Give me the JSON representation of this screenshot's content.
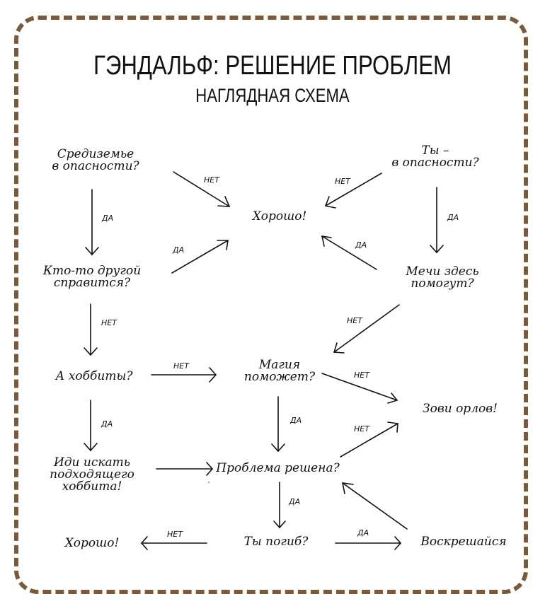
{
  "header": {
    "title": "ГЭНДАЛЬФ: РЕШЕНИЕ ПРОБЛЕМ",
    "subtitle": "НАГЛЯДНАЯ СХЕМА"
  },
  "colors": {
    "border": "#7a5a3c",
    "ink": "#111111"
  },
  "nodes": {
    "middle_earth_line1": "Средиземье",
    "middle_earth_line2": "в опасности?",
    "you_line1": "Ты –",
    "you_line2": "в опасности?",
    "good_top": "Хорошо!",
    "someone_line1": "Кто-то другой",
    "someone_line2": "справится?",
    "swords_line1": "Мечи здесь",
    "swords_line2": "помогут?",
    "hobbits": "А хоббиты?",
    "magic_line1": "Магия",
    "magic_line2": "поможет?",
    "eagles": "Зови орлов!",
    "find_line1": "Иди искать",
    "find_line2": "подходящего",
    "find_line3": "хоббита!",
    "solved": "Проблема решена?",
    "good_bottom": "Хорошо!",
    "dead": "Ты погиб?",
    "resurrect": "Воскрешайся"
  },
  "edge_labels": {
    "yes": "ДА",
    "no": "НЕТ"
  }
}
